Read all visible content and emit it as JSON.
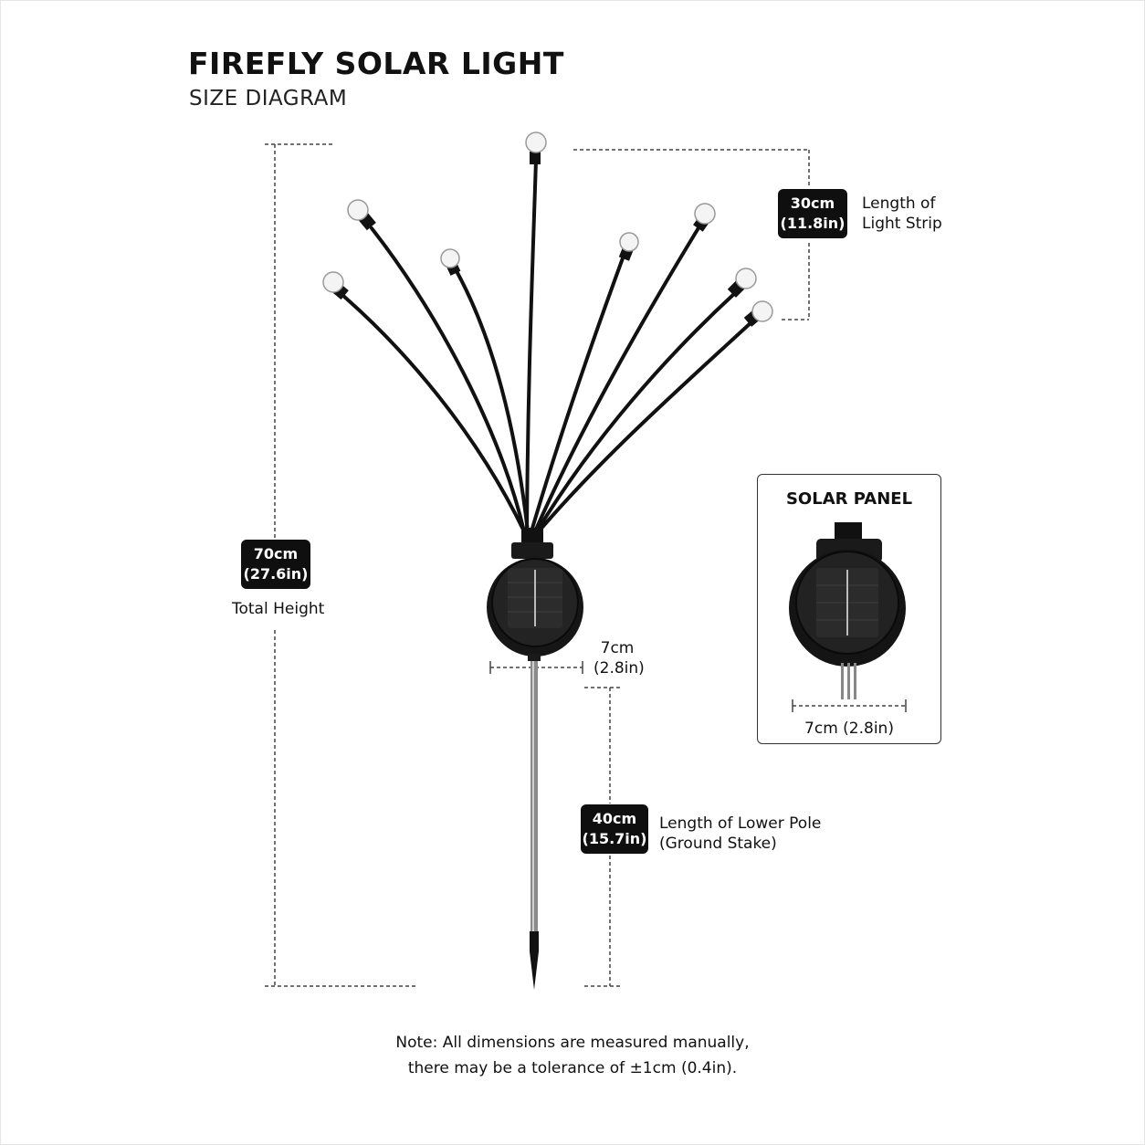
{
  "header": {
    "title": "FIREFLY SOLAR LIGHT",
    "subtitle": "SIZE DIAGRAM"
  },
  "dimensions": {
    "light_strip": {
      "metric": "30cm",
      "imperial": "(11.8in)",
      "label_line1": "Length of",
      "label_line2": "Light Strip"
    },
    "total_height": {
      "metric": "70cm",
      "imperial": "(27.6in)",
      "label": "Total Height"
    },
    "panel_width": {
      "metric": "7cm",
      "imperial": "(2.8in)"
    },
    "lower_pole": {
      "metric": "40cm",
      "imperial": "(15.7in)",
      "label_line1": "Length of Lower Pole",
      "label_line2": "(Ground Stake)"
    }
  },
  "inset": {
    "title": "SOLAR PANEL",
    "width_label": "7cm (2.8in)"
  },
  "note": {
    "line1": "Note: All dimensions are measured manually,",
    "line2": "there may be a tolerance of ±1cm (0.4in)."
  }
}
